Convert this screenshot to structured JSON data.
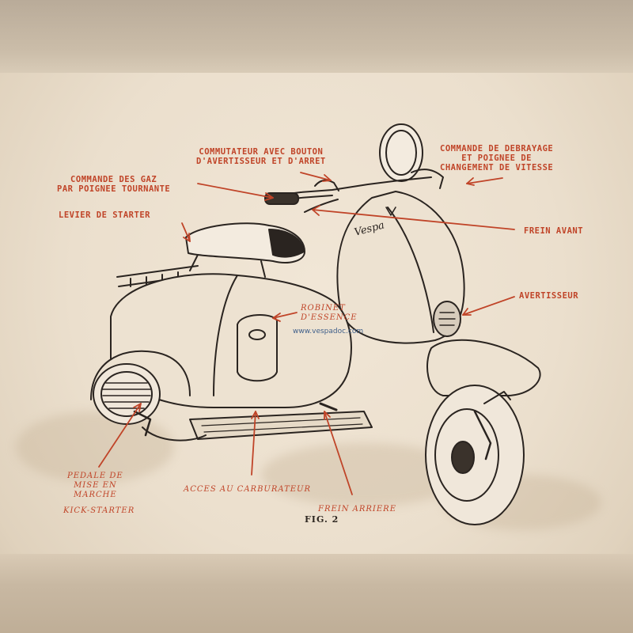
{
  "labels": {
    "commutateur": [
      "COMMUTATEUR AVEC BOUTON",
      "D'AVERTISSEUR ET D'ARRET"
    ],
    "commande_debrayage": [
      "COMMANDE DE DEBRAYAGE",
      "ET POIGNEE DE",
      "CHANGEMENT DE VITESSE"
    ],
    "commande_gaz": [
      "COMMANDE DES GAZ",
      "PAR POIGNEE TOURNANTE"
    ],
    "levier_starter": "LEVIER DE STARTER",
    "frein_avant": "FREIN AVANT",
    "avertisseur": "AVERTISSEUR",
    "robinet": [
      "ROBINET",
      "D'ESSENCE"
    ],
    "pedale": [
      "PEDALE DE",
      "MISE EN",
      "MARCHE"
    ],
    "kick_starter": "KICK-STARTER",
    "acces_carburateur": "ACCES AU CARBURATEUR",
    "frein_arriere": "FREIN ARRIERE"
  },
  "logo_text": "Vespa",
  "watermark": "www.vespadoc.com",
  "figure_caption": "FIG. 2",
  "colors": {
    "label_red": "#c04428",
    "ink": "#2a2420",
    "paper": "#ede2d1"
  }
}
